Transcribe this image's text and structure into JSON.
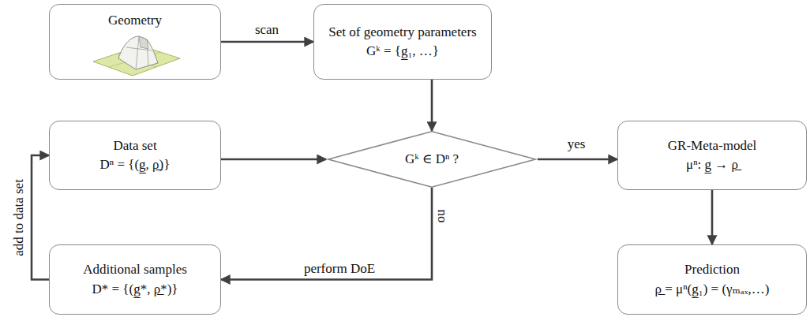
{
  "diagram": {
    "nodes": [
      {
        "text": [
          "Geometry"
        ]
      },
      {
        "text": [
          "Set of geometry parameters",
          "Gᵏ = {g̲₁, …}"
        ]
      },
      {
        "text": [
          "Data set",
          "Dⁿ = {(g̲, ρ̲)}"
        ]
      },
      {
        "text": [
          "Gᵏ ∈ Dⁿ ?"
        ]
      },
      {
        "text": [
          "GR-Meta-model",
          "μⁿ: g̲ → ρ̲"
        ]
      },
      {
        "text": [
          "Additional samples",
          "D* = {(g̲*, ρ̲*)}"
        ]
      },
      {
        "text": [
          "Prediction",
          "ρ̲ = μⁿ(g̲₁) = (γₘₐₓ,…)"
        ]
      }
    ],
    "edges": [
      {
        "from": 0,
        "to": 1,
        "label": "scan",
        "arrow": "to"
      },
      {
        "from": 1,
        "to": 3,
        "arrow": "to"
      },
      {
        "from": 2,
        "to": 3,
        "arrow": "to"
      },
      {
        "from": 3,
        "to": 4,
        "label": "yes",
        "arrow": "to"
      },
      {
        "from": 3,
        "to": 5,
        "label": "no",
        "arrow": "to"
      },
      {
        "from": 5,
        "to": 2,
        "label": "add to data set",
        "arrow": "to"
      },
      {
        "from": 4,
        "to": 6,
        "arrow": "to"
      }
    ],
    "labels": [
      "perform DoE"
    ]
  }
}
